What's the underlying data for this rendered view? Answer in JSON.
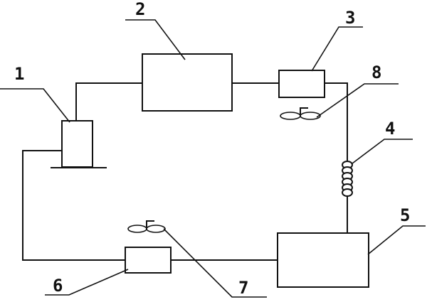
{
  "diagram": {
    "components": [
      {
        "id": "1",
        "label": "1"
      },
      {
        "id": "2",
        "label": "2"
      },
      {
        "id": "3",
        "label": "3"
      },
      {
        "id": "4",
        "label": "4"
      },
      {
        "id": "5",
        "label": "5"
      },
      {
        "id": "6",
        "label": "6"
      },
      {
        "id": "7",
        "label": "7"
      },
      {
        "id": "8",
        "label": "8"
      }
    ]
  }
}
